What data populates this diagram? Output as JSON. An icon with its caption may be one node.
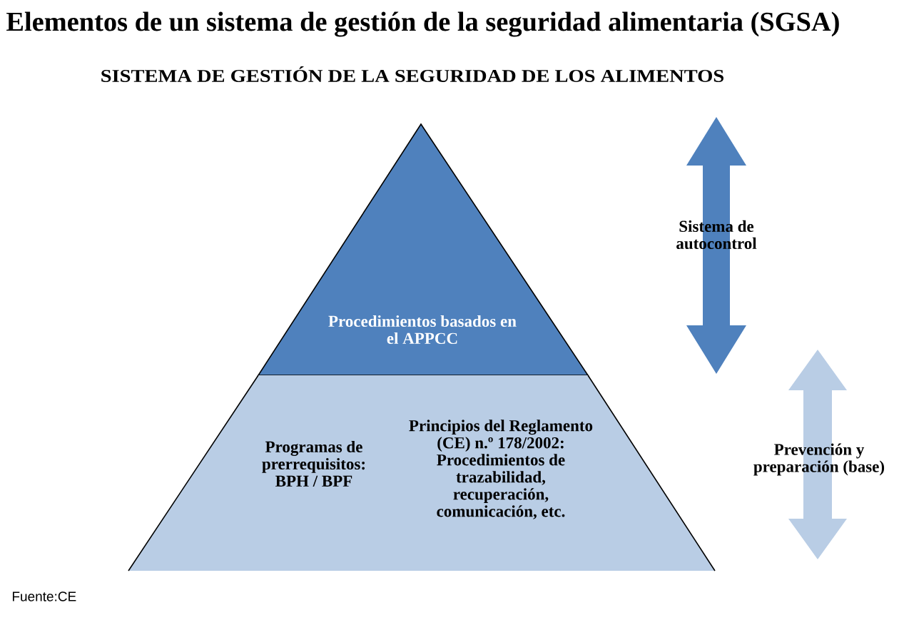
{
  "diagram": {
    "title": "Elementos de un sistema de gestión de la seguridad alimentaria (SGSA)",
    "caption": "Fuente:CE",
    "nodes": [
      {
        "text": [
          "Procedimientos basados en el APPCC"
        ]
      },
      {
        "text": [
          "Programas de prerrequisitos: BPH / BPF",
          "Principios del Reglamento (CE) n.º 178/2002: Procedimientos de trazabilidad, recuperación, comunicación, etc."
        ]
      },
      {
        "text": [
          "Sistema de autocontrol"
        ]
      },
      {
        "text": [
          "Prevención y preparación (base)"
        ]
      }
    ],
    "labels": [
      "SISTEMA DE GESTIÓN DE LA SEGURIDAD DE LOS ALIMENTOS"
    ]
  }
}
